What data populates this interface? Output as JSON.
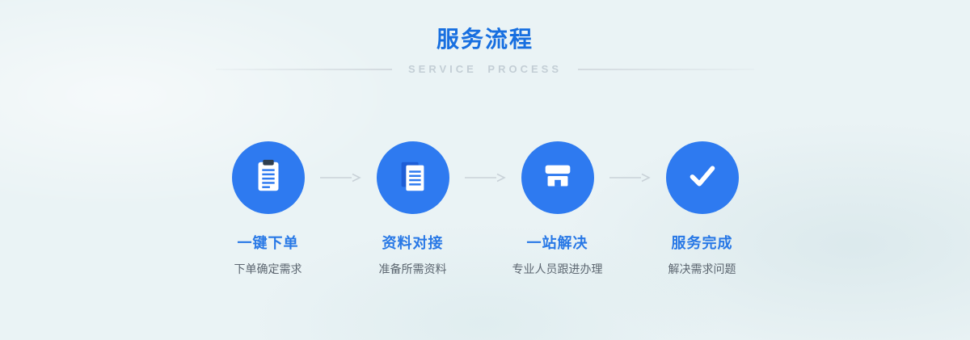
{
  "header": {
    "title": "服务流程",
    "subtitle": "SERVICE PROCESS"
  },
  "steps": [
    {
      "icon": "clipboard-icon",
      "title": "一键下单",
      "desc": "下单确定需求"
    },
    {
      "icon": "document-icon",
      "title": "资料对接",
      "desc": "准备所需资料"
    },
    {
      "icon": "storefront-icon",
      "title": "一站解决",
      "desc": "专业人员跟进办理"
    },
    {
      "icon": "checkmark-icon",
      "title": "服务完成",
      "desc": "解决需求问题"
    }
  ],
  "colors": {
    "accent": "#2e7af0",
    "title": "#176fe0",
    "step-title": "#2878e6",
    "subtitle": "#c3ced5",
    "desc": "#5c6670",
    "arrow": "#c9d2d8",
    "bg": "#eaf3f5",
    "icon-dark": "#2f3e4e",
    "icon-deep": "#1e5ed6"
  }
}
